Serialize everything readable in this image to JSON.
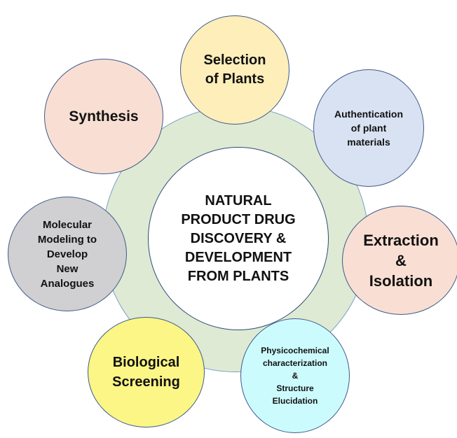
{
  "diagram": {
    "center": {
      "lines": [
        "NATURAL",
        "PRODUCT DRUG",
        "DISCOVERY &",
        "DEVELOPMENT",
        "FROM PLANTS"
      ],
      "fill": "#ffffff"
    },
    "ring": {
      "fill": "#deead3",
      "stroke": "#7aa0c8"
    },
    "steps": {
      "selection": {
        "lines": [
          "Selection",
          "of Plants"
        ],
        "fill": "#fdeeba"
      },
      "authentication": {
        "lines": [
          "Authentication",
          "of plant",
          "materials"
        ],
        "fill": "#d9e2f2"
      },
      "extraction": {
        "lines": [
          "Extraction",
          "&",
          "Isolation"
        ],
        "fill": "#f9dfd3"
      },
      "physicochemical": {
        "lines": [
          "Physicochemical",
          "characterization",
          "&",
          "Structure",
          "Elucidation"
        ],
        "fill": "#ccfbfd"
      },
      "biological": {
        "lines": [
          "Biological",
          "Screening"
        ],
        "fill": "#fbf685"
      },
      "molecular": {
        "lines": [
          "Molecular",
          "Modeling to",
          "Develop",
          "New",
          "Analogues"
        ],
        "fill": "#d0cfd1"
      },
      "synthesis": {
        "lines": [
          "Synthesis"
        ],
        "fill": "#f9dfd3"
      }
    },
    "stroke_color": "#3f5a8a"
  }
}
